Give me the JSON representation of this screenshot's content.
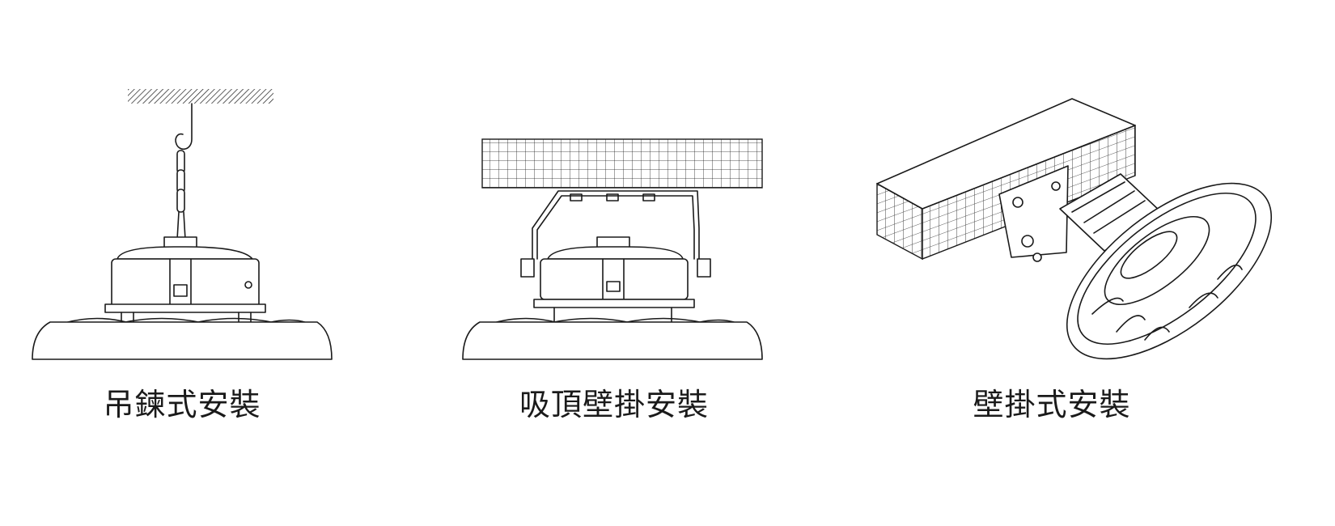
{
  "methods": [
    {
      "label": "吊鍊式安裝"
    },
    {
      "label": "吸頂壁掛安裝"
    },
    {
      "label": "壁掛式安裝"
    }
  ],
  "colors": {
    "line": "#1a1a1a",
    "background": "#ffffff"
  }
}
